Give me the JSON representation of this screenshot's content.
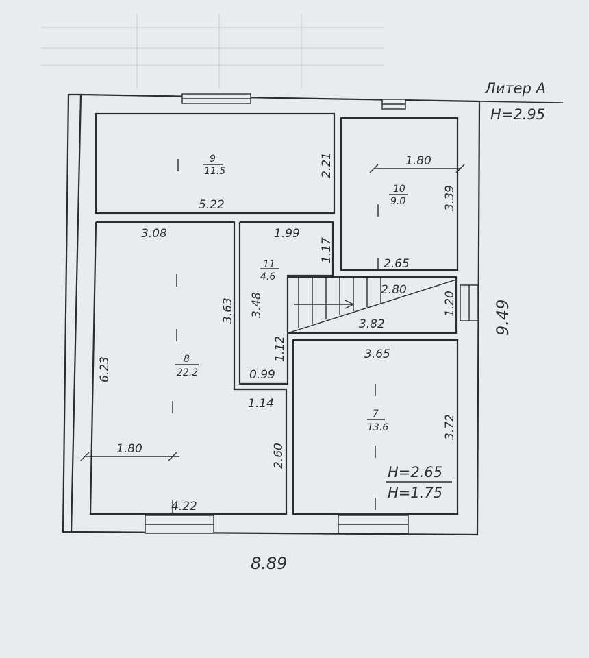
{
  "liter": {
    "label": "Литер А",
    "height": "H=2.95"
  },
  "overall": {
    "width": "8.89",
    "depth": "9.49"
  },
  "rooms": [
    {
      "id": "9",
      "num": "9",
      "area": "11.5"
    },
    {
      "id": "10",
      "num": "10",
      "area": "9.0"
    },
    {
      "id": "11",
      "num": "11",
      "area": "4.6"
    },
    {
      "id": "8",
      "num": "8",
      "area": "22.2"
    },
    {
      "id": "7",
      "num": "7",
      "area": "13.6"
    }
  ],
  "dims": {
    "r9_width": "5.22",
    "r9_height": "2.21",
    "r10_top": "1.80",
    "r10_height": "3.39",
    "r10_bottom": "2.65",
    "r8_top": "3.08",
    "r8_inner_right": "3.63",
    "r8_left": "6.23",
    "r8_width_mark": "1.80",
    "r8_bottom": "4.22",
    "r8_step_right": "2.60",
    "r8_step_width": "1.14",
    "r11_top": "1.99",
    "r11_height": "3.48",
    "r11_right_top": "1.17",
    "r11_right_bottom": "1.12",
    "r11_bottom": "0.99",
    "stair_top": "2.80",
    "stair_bottom": "3.82",
    "stair_height": "1.20",
    "r7_top": "3.65",
    "r7_height": "3.72"
  },
  "heights_note": {
    "upper": "H=2.65",
    "lower": "H=1.75"
  }
}
